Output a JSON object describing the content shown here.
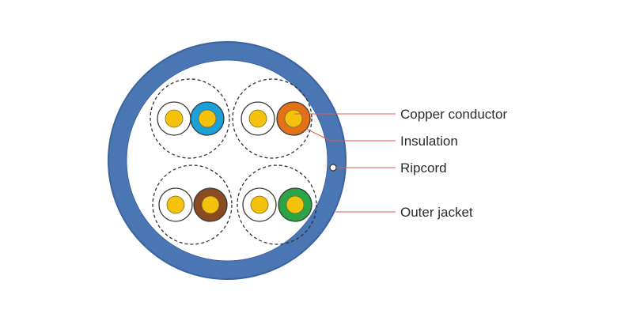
{
  "labels": {
    "copper_conductor": "Copper conductor",
    "insulation": "Insulation",
    "ripcord": "Ripcord",
    "outer_jacket": "Outer jacket"
  },
  "colors": {
    "jacket": "#4a76b4",
    "jacket_edge": "#3b63a0",
    "copper": "#f4c20d",
    "leader_line": "#e05a4f",
    "pair_white": "#ffffff",
    "pair1_stripe": "#1ca0d9",
    "pair2_stripe": "#e5701a",
    "pair3_stripe": "#8a4a22",
    "pair4_stripe": "#2aa545"
  },
  "pairs": [
    {
      "name": "blue-pair",
      "stripe_color": "blue"
    },
    {
      "name": "orange-pair",
      "stripe_color": "orange"
    },
    {
      "name": "brown-pair",
      "stripe_color": "brown"
    },
    {
      "name": "green-pair",
      "stripe_color": "green"
    }
  ]
}
